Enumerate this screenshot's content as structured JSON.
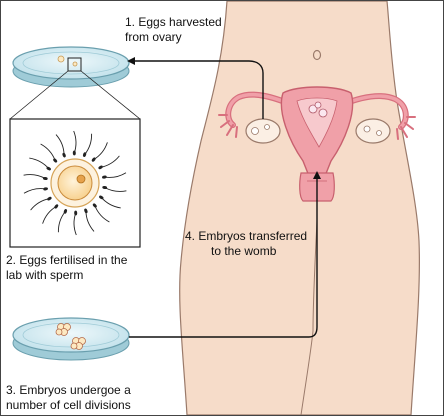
{
  "steps": [
    {
      "line1": "1. Eggs harvested",
      "line2": "from ovary"
    },
    {
      "line1": "2. Eggs fertilised in the",
      "line2": "lab with sperm"
    },
    {
      "line1": "3. Embryos undergoe a",
      "line2": "number of cell divisions"
    },
    {
      "line1": "4. Embryos transferred",
      "line2": "to the womb"
    }
  ],
  "colors": {
    "skin": "#f6dcc9",
    "skin_outline": "#9a7a6a",
    "dish_fill": "#d8eef6",
    "dish_outline": "#7aaebc",
    "uterus": "#f0a0a8",
    "uterus_dark": "#d8707e",
    "ovary": "#fbefe4",
    "egg_outer": "#fde9c2",
    "egg_inner": "#f0b870",
    "sperm": "#222222",
    "arrow": "#111111"
  }
}
